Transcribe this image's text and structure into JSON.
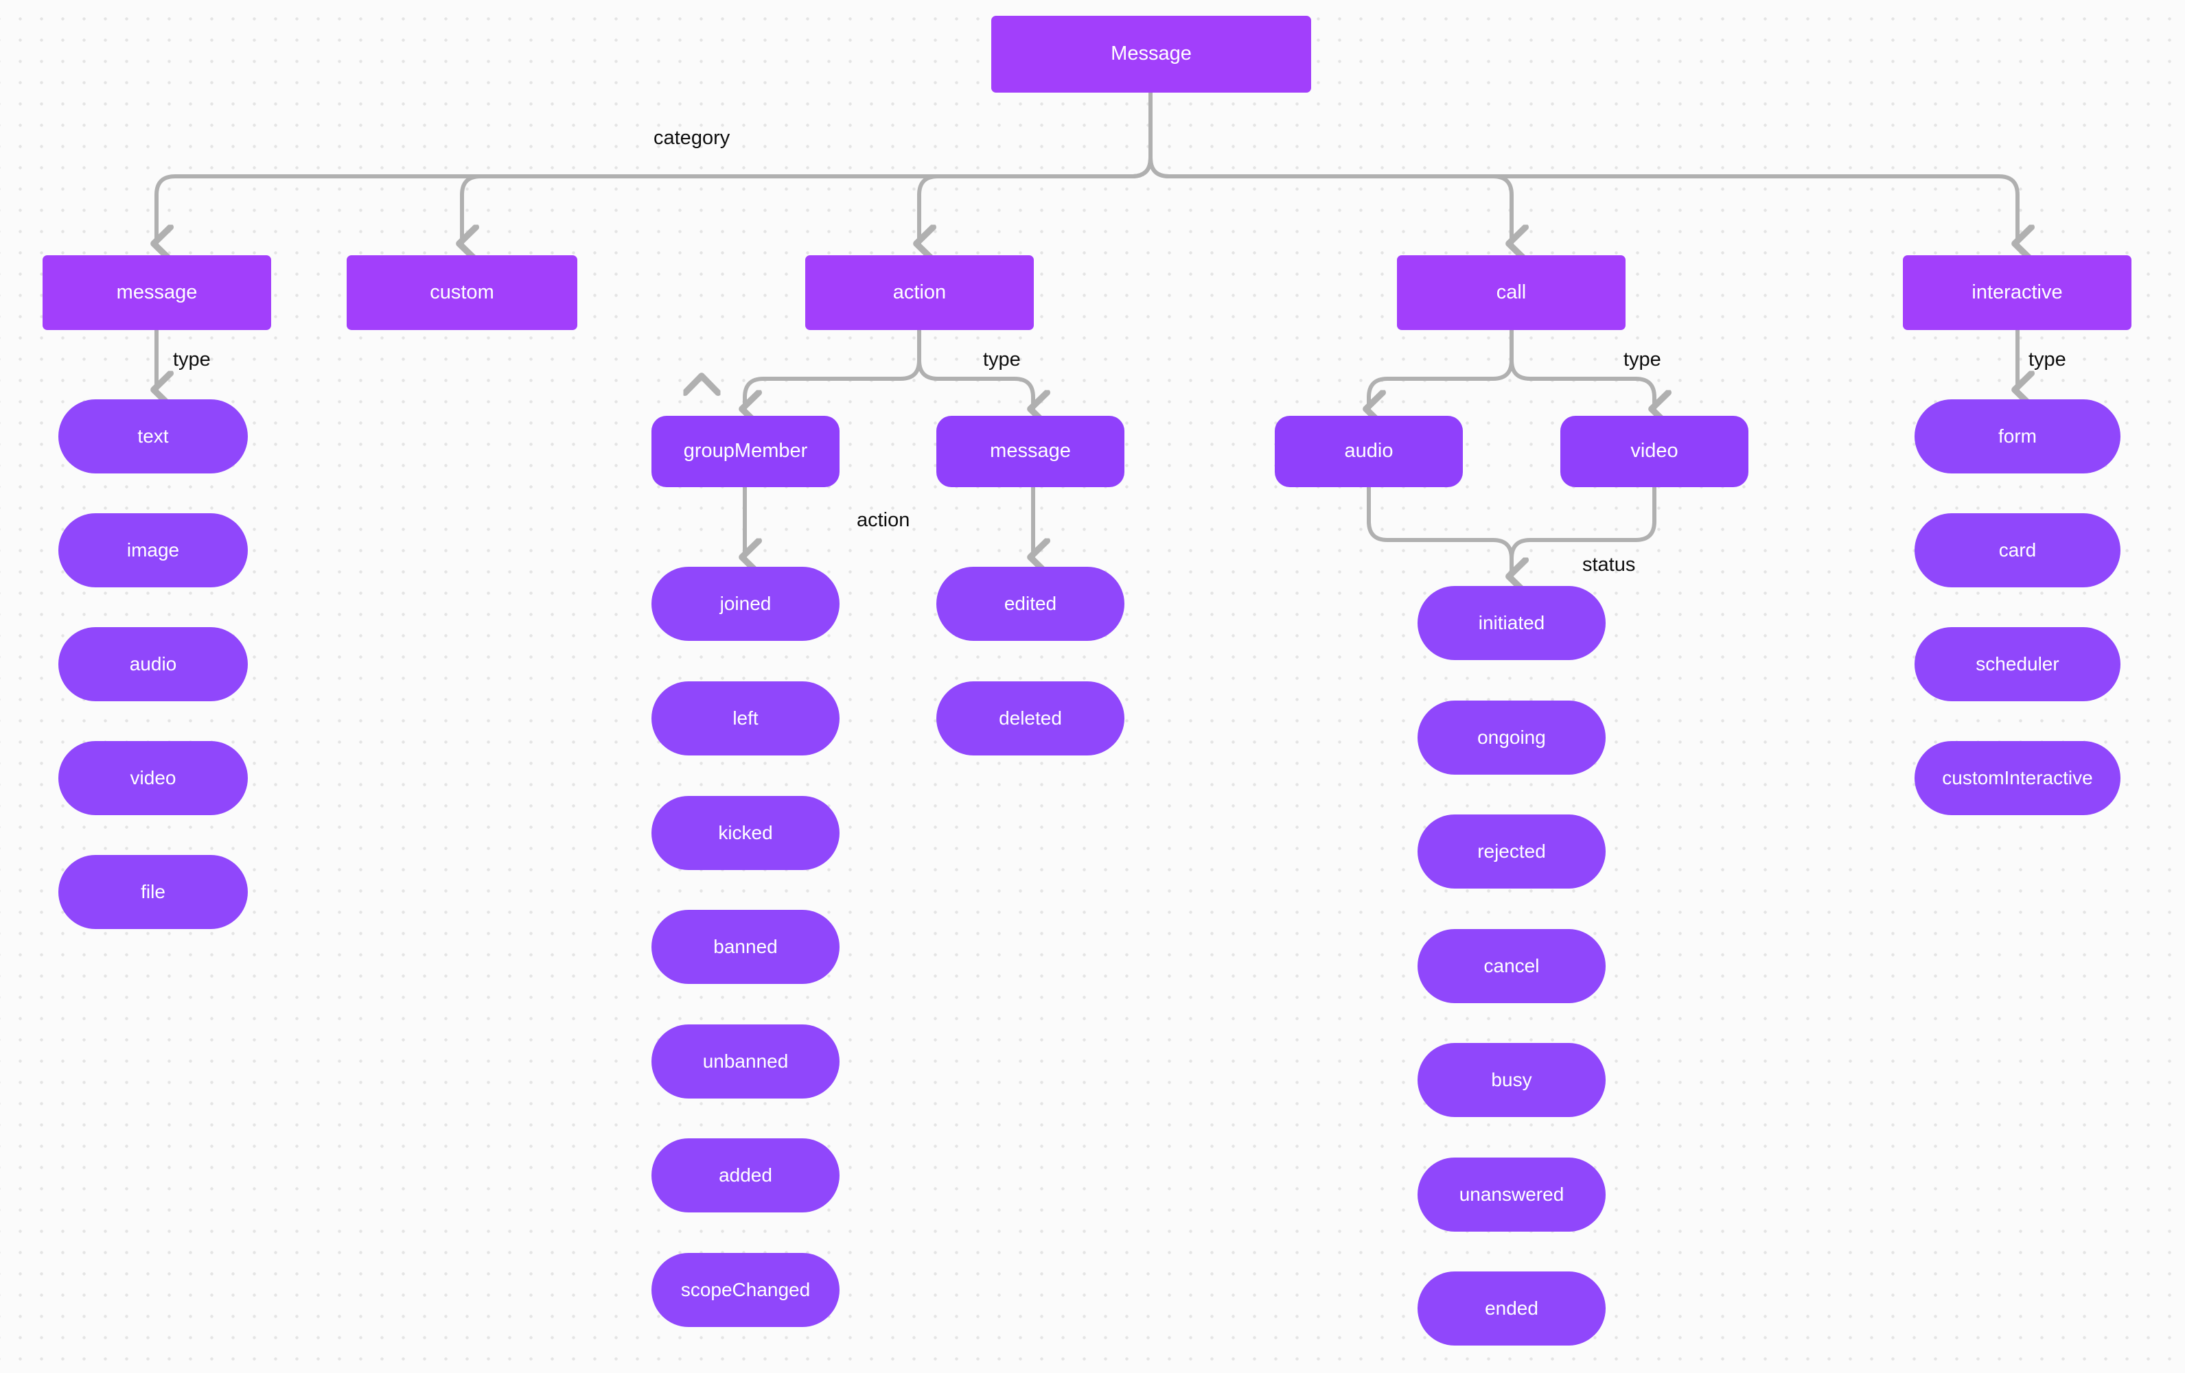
{
  "diagram": {
    "title": "Message",
    "theme": {
      "node_fill_box": "#a23ffb",
      "node_fill_sub": "#9040fb",
      "node_fill_leaf": "#9047fb",
      "node_text": "#ffffff",
      "edge_color": "#b0b0b0",
      "label_text": "#0d0d0d",
      "canvas_bg": "#fbfbfb",
      "dot_color": "#e4e4e4"
    },
    "root": {
      "label": "Message"
    },
    "edge_labels": {
      "category": "category",
      "type_message": "type",
      "type_action": "type",
      "type_call": "type",
      "type_interactive": "type",
      "action": "action",
      "status": "status"
    },
    "categories": [
      {
        "id": "message",
        "label": "message"
      },
      {
        "id": "custom",
        "label": "custom"
      },
      {
        "id": "action",
        "label": "action"
      },
      {
        "id": "call",
        "label": "call"
      },
      {
        "id": "interactive",
        "label": "interactive"
      }
    ],
    "message_types": [
      {
        "label": "text"
      },
      {
        "label": "image"
      },
      {
        "label": "audio"
      },
      {
        "label": "video"
      },
      {
        "label": "file"
      }
    ],
    "action_types": [
      {
        "label": "groupMember"
      },
      {
        "label": "message"
      }
    ],
    "group_member_actions": [
      {
        "label": "joined"
      },
      {
        "label": "left"
      },
      {
        "label": "kicked"
      },
      {
        "label": "banned"
      },
      {
        "label": "unbanned"
      },
      {
        "label": "added"
      },
      {
        "label": "scopeChanged"
      }
    ],
    "message_actions": [
      {
        "label": "edited"
      },
      {
        "label": "deleted"
      }
    ],
    "call_types": [
      {
        "label": "audio"
      },
      {
        "label": "video"
      }
    ],
    "call_statuses": [
      {
        "label": "initiated"
      },
      {
        "label": "ongoing"
      },
      {
        "label": "rejected"
      },
      {
        "label": "cancel"
      },
      {
        "label": "busy"
      },
      {
        "label": "unanswered"
      },
      {
        "label": "ended"
      }
    ],
    "interactive_types": [
      {
        "label": "form"
      },
      {
        "label": "card"
      },
      {
        "label": "scheduler"
      },
      {
        "label": "customInteractive"
      }
    ]
  }
}
